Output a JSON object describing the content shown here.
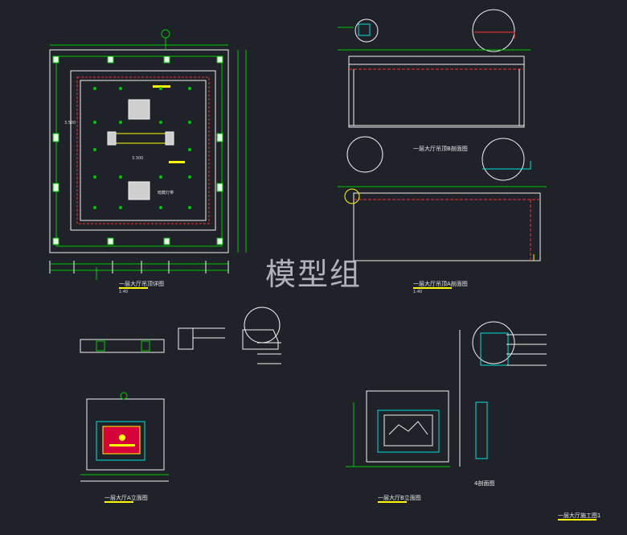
{
  "watermark": "模型组",
  "captions": {
    "ceiling_plan": "一层大厅吊顶详图",
    "section_b": "一层大厅吊顶B剖面图",
    "section_a": "一层大厅吊顶A剖面图",
    "elev_a": "一层大厅A立面图",
    "elev_b": "一层大厅B立面图",
    "section_4": "4剖面图",
    "detail": "一层大厅施工图1"
  },
  "scales": {
    "ceiling_plan": "1:40",
    "section_a": "1:40"
  },
  "plan_labels": {
    "level_center": "3.300",
    "level_left": "3.500",
    "light_note": "暗藏灯带"
  },
  "colors": {
    "background": "#1f2329",
    "line_white": "#f0f0f0",
    "line_green": "#00c800",
    "line_red": "#ff3030",
    "line_cyan": "#00e0e0",
    "line_yellow": "#ffff00"
  }
}
